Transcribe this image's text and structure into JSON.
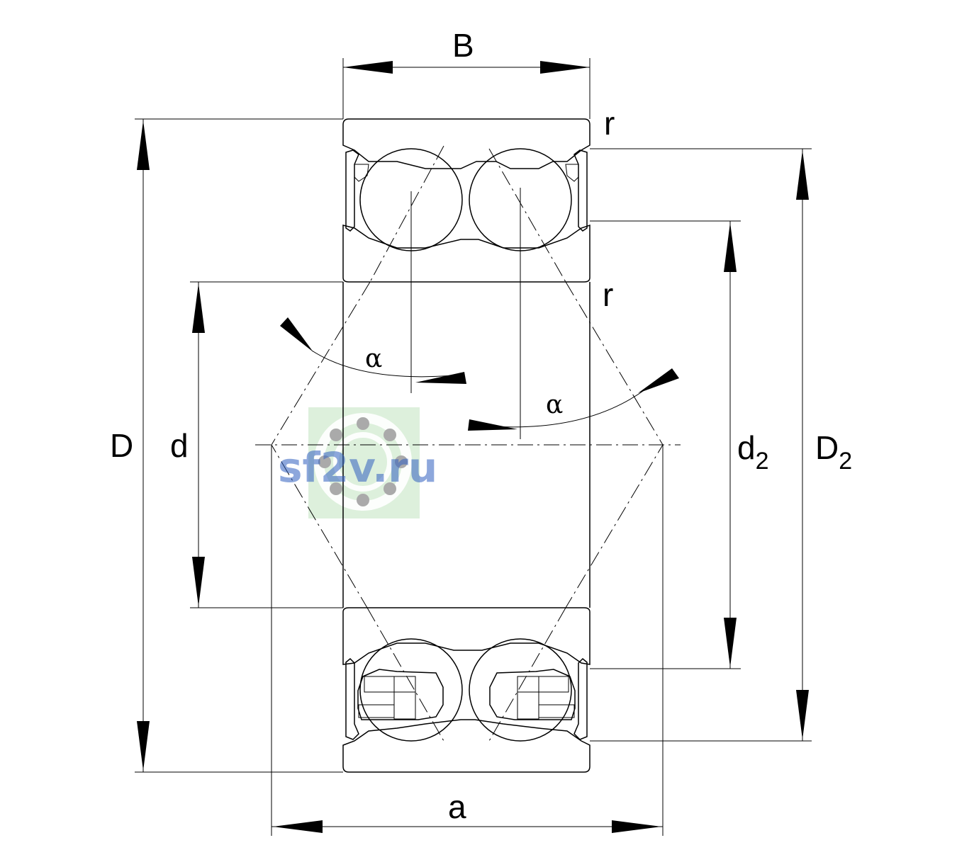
{
  "labels": {
    "B": "B",
    "D": "D",
    "d": "d",
    "d2_base": "d",
    "d2_sub": "2",
    "D2_base": "D",
    "D2_sub": "2",
    "a": "a",
    "r_top": "r",
    "r_mid": "r",
    "alpha_1": "α",
    "alpha_2": "α"
  },
  "watermark": {
    "text": "sf2v.ru",
    "color": "#2f5fc0",
    "badge_color": "#9fd39a"
  }
}
